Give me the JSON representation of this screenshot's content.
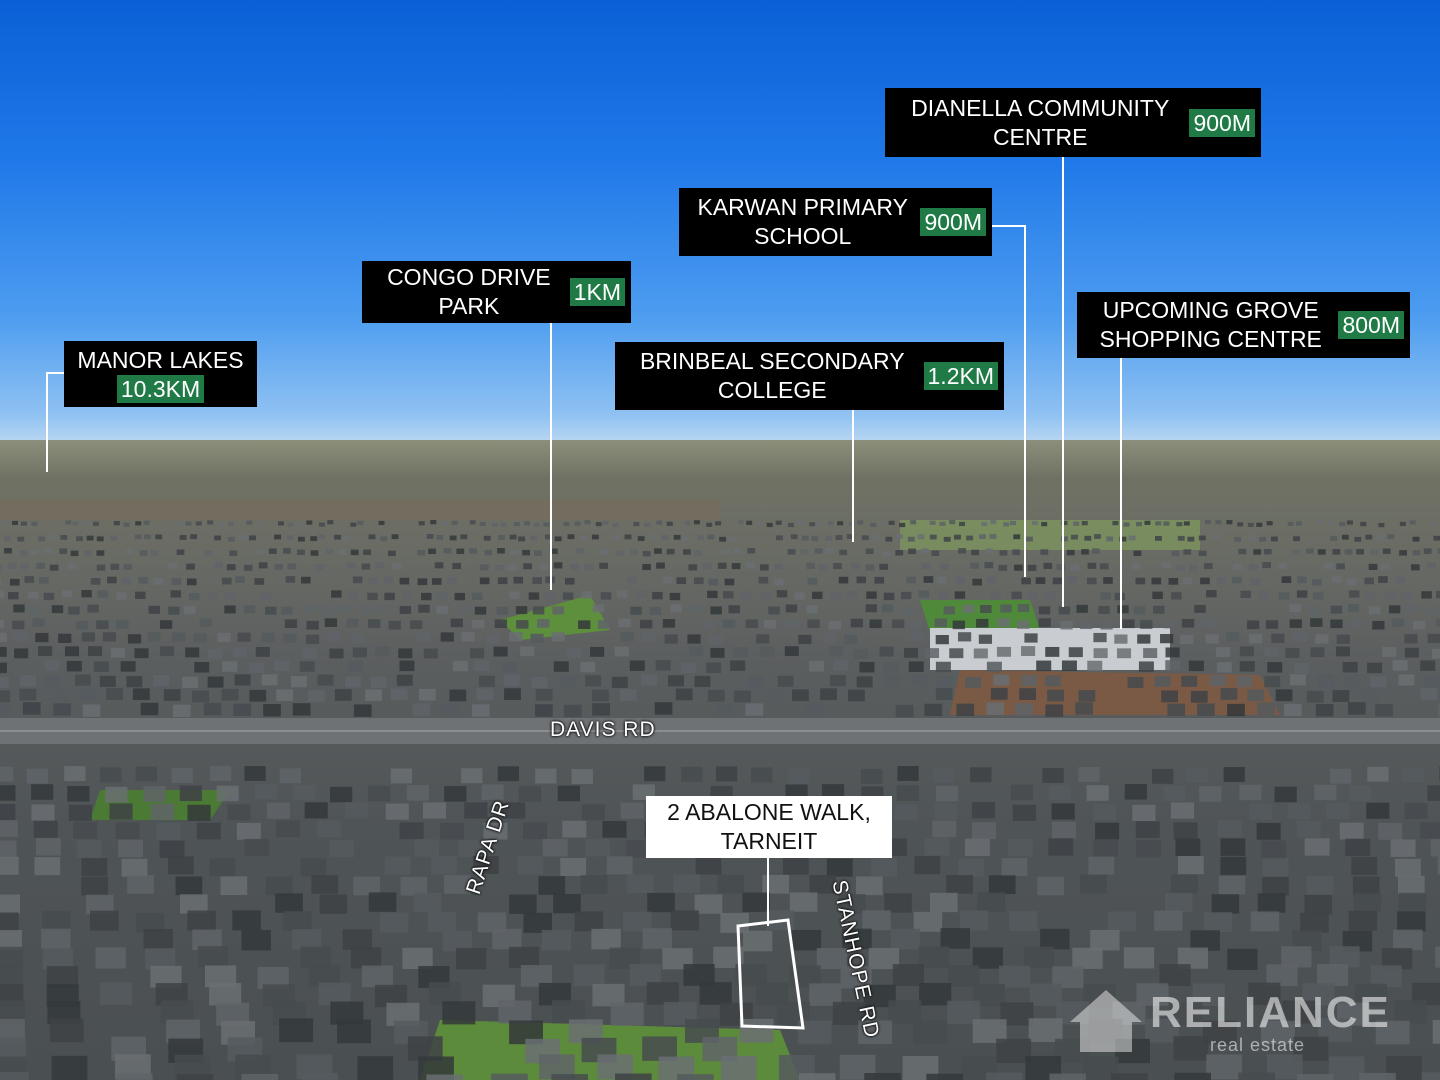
{
  "callouts": {
    "manor_lakes": {
      "line1": "MANOR LAKES",
      "line2": "",
      "distance": "10.3KM"
    },
    "congo_drive": {
      "line1": "CONGO DRIVE",
      "line2": "PARK",
      "distance": "1KM"
    },
    "brinbeal": {
      "line1": "BRINBEAL SECONDARY",
      "line2": "COLLEGE",
      "distance": "1.2KM"
    },
    "karwan": {
      "line1": "KARWAN PRIMARY",
      "line2": "SCHOOL",
      "distance": "900M"
    },
    "dianella": {
      "line1": "DIANELLA COMMUNITY",
      "line2": "CENTRE",
      "distance": "900M"
    },
    "grove": {
      "line1": "UPCOMING GROVE",
      "line2": "SHOPPING CENTRE",
      "distance": "800M"
    }
  },
  "address": {
    "line1": "2 ABALONE WALK,",
    "line2": "TARNEIT"
  },
  "roads": {
    "davis": "DAVIS RD",
    "rapa": "RAPA DR",
    "stanhope": "STANHOPE RD"
  },
  "watermark": {
    "brand": "RELIANCE",
    "sub": "real estate"
  },
  "colors": {
    "label_bg": "#000000",
    "distance_bg": "#1f7a45",
    "sky": "#1f78e8"
  }
}
